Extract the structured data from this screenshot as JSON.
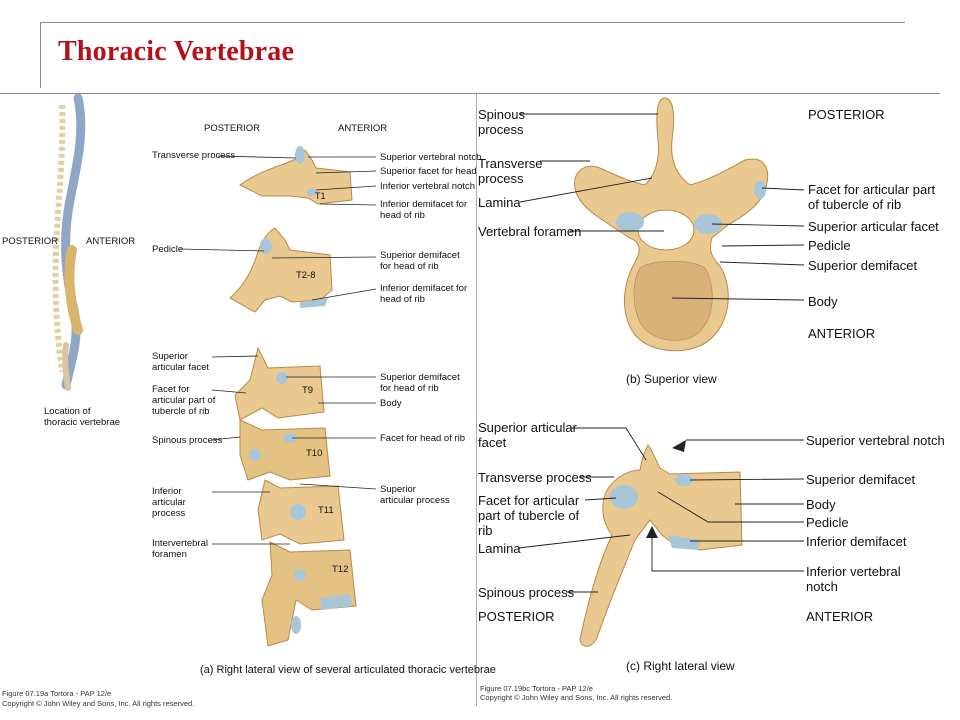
{
  "title": "Thoracic Vertebrae",
  "panel_a": {
    "orientation_posterior": "POSTERIOR",
    "orientation_anterior": "ANTERIOR",
    "spine_posterior": "POSTERIOR",
    "spine_anterior": "ANTERIOR",
    "location_caption": "Location of thoracic vertebrae",
    "labels": {
      "transverse_process": "Transverse process",
      "superior_vertebral_notch": "Superior vertebral notch",
      "superior_facet_head_rib": "Superior facet for head of rib",
      "inferior_vertebral_notch": "Inferior vertebral notch",
      "inferior_demifacet_head_rib_1": "Inferior demifacet for head of rib",
      "t1": "T1",
      "pedicle": "Pedicle",
      "superior_demifacet_head_rib": "Superior demifacet for head of rib",
      "inferior_demifacet_head_rib_2": "Inferior demifacet for head of rib",
      "t2_8": "T2-8",
      "superior_articular_facet": "Superior articular facet",
      "facet_articular_tubercle": "Facet for articular part of tubercle of rib",
      "spinous_process": "Spinous process",
      "superior_demifacet_head_rib_2": "Superior demifacet for head of rib",
      "body": "Body",
      "facet_head_rib": "Facet for head of rib",
      "inferior_articular_process": "Inferior articular process",
      "superior_articular_process": "Superior articular process",
      "intervertebral_foramen": "Intervertebral foramen",
      "t9": "T9",
      "t10": "T10",
      "t11": "T11",
      "t12": "T12"
    },
    "caption": "(a) Right lateral view of several articulated thoracic vertebrae",
    "copyright_line1": "Figure 07.19a Tortora - PAP 12/e",
    "copyright_line2": "Copyright © John Wiley and Sons, Inc. All rights reserved."
  },
  "panel_b": {
    "posterior": "POSTERIOR",
    "anterior": "ANTERIOR",
    "labels": {
      "spinous_process": "Spinous process",
      "transverse_process": "Transverse process",
      "lamina": "Lamina",
      "vertebral_foramen": "Vertebral foramen",
      "facet_articular_tubercle": "Facet for articular part of tubercle of rib",
      "superior_articular_facet": "Superior articular facet",
      "pedicle": "Pedicle",
      "superior_demifacet": "Superior demifacet",
      "body": "Body"
    },
    "caption": "(b) Superior view"
  },
  "panel_c": {
    "posterior": "POSTERIOR",
    "anterior": "ANTERIOR",
    "labels": {
      "superior_articular_facet": "Superior articular facet",
      "transverse_process": "Transverse process",
      "facet_articular_tubercle": "Facet for articular part of tubercle of rib",
      "lamina": "Lamina",
      "spinous_process": "Spinous process",
      "superior_vertebral_notch": "Superior vertebral notch",
      "superior_demifacet": "Superior demifacet",
      "body": "Body",
      "pedicle": "Pedicle",
      "inferior_demifacet": "Inferior demifacet",
      "inferior_vertebral_notch": "Inferior vertebral notch"
    },
    "caption": "(c) Right lateral view",
    "copyright_line1": "Figure 07.19bc Tortora - PAP 12/e",
    "copyright_line2": "Copyright © John Wiley and Sons, Inc. All rights reserved."
  },
  "colors": {
    "title": "#b3121b",
    "bone": "#e9c98f",
    "bone_shade": "#c99a55",
    "facet": "#a9c6d8",
    "spine_upper": "#8fa6c6"
  }
}
